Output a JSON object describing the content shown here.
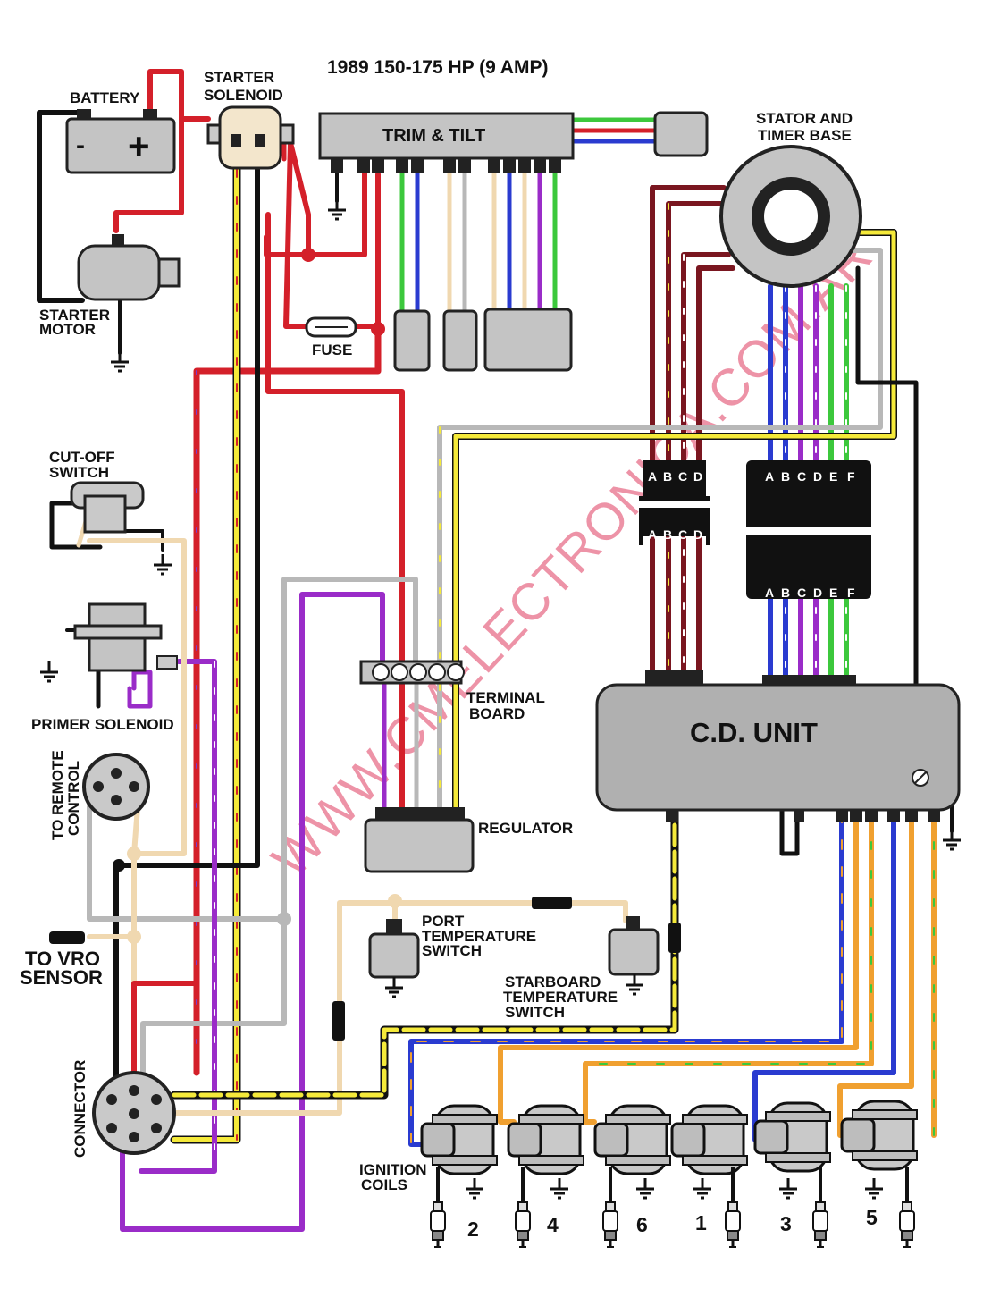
{
  "title": "1989 150-175 HP (9 AMP)",
  "watermark": "WWW.CMELECTRONICA.COM.AR",
  "labels": {
    "battery": "BATTERY",
    "starter_solenoid_1": "STARTER",
    "starter_solenoid_2": "SOLENOID",
    "trim_tilt": "TRIM & TILT",
    "stator_1": "STATOR AND",
    "stator_2": "TIMER BASE",
    "starter_motor_1": "STARTER",
    "starter_motor_2": "MOTOR",
    "fuse": "FUSE",
    "cutoff_1": "CUT-OFF",
    "cutoff_2": "SWITCH",
    "primer": "PRIMER SOLENOID",
    "remote_1": "TO REMOTE",
    "remote_2": "CONTROL",
    "vro_1": "TO VRO",
    "vro_2": "SENSOR",
    "connector": "CONNECTOR",
    "terminal_1": "TERMINAL",
    "terminal_2": "BOARD",
    "regulator": "REGULATOR",
    "cd_unit": "C.D. UNIT",
    "port_1": "PORT",
    "port_2": "TEMPERATURE",
    "port_3": "SWITCH",
    "stbd_1": "STARBOARD",
    "stbd_2": "TEMPERATURE",
    "stbd_3": "SWITCH",
    "coils_1": "IGNITION",
    "coils_2": "COILS"
  },
  "battery_symbols": {
    "neg": "-",
    "pos": "+"
  },
  "connector_abcd": [
    "A",
    "B",
    "C",
    "D"
  ],
  "connector_abcdef": [
    "A",
    "B",
    "C",
    "D",
    "E",
    "F"
  ],
  "cylinders": [
    "2",
    "4",
    "6",
    "1",
    "3",
    "5"
  ],
  "wire_colors": {
    "red": "#d4202a",
    "black": "#111111",
    "yellow": "#f5ea3a",
    "tan": "#f0d8b0",
    "gray": "#b8b8b8",
    "purple": "#9a2cc8",
    "blue": "#2a3bd0",
    "green": "#3cc83c",
    "orange": "#f0a030",
    "white": "#ffffff",
    "brown": "#7a1620"
  },
  "icons": [
    "ground-icon",
    "spark-plug-icon",
    "ignition-coil-icon",
    "fuse-icon",
    "battery-icon"
  ]
}
